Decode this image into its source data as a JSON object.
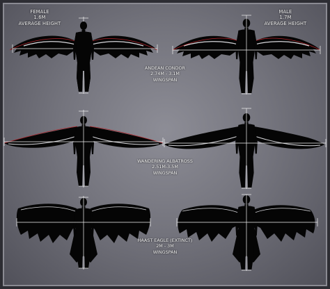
{
  "headers": {
    "female": {
      "line1": "FEMALE",
      "line2": "1.6M",
      "line3": "AVERAGE HEIGHT"
    },
    "male": {
      "line1": "MALE",
      "line2": "1.7M",
      "line3": "AVERAGE HEIGHT"
    }
  },
  "birds": [
    {
      "name": "ANDEAN CONDOR",
      "range": "2.74M - 3.1M",
      "unit": "WINGSPAN"
    },
    {
      "name": "WANDERING ALBATROSS",
      "range": "2.51M-3.5M",
      "unit": "WINGSPAN"
    },
    {
      "name": "HAAST EAGLE (EXTINCT)",
      "range": "2M - 3M",
      "unit": "WINGSPAN"
    }
  ],
  "colors": {
    "background": "#74747d",
    "silhouette": "#050505",
    "wing_highlight": "#d9d9dd",
    "outline_red": "#b3262d",
    "guide_line": "#f2f2f2"
  }
}
